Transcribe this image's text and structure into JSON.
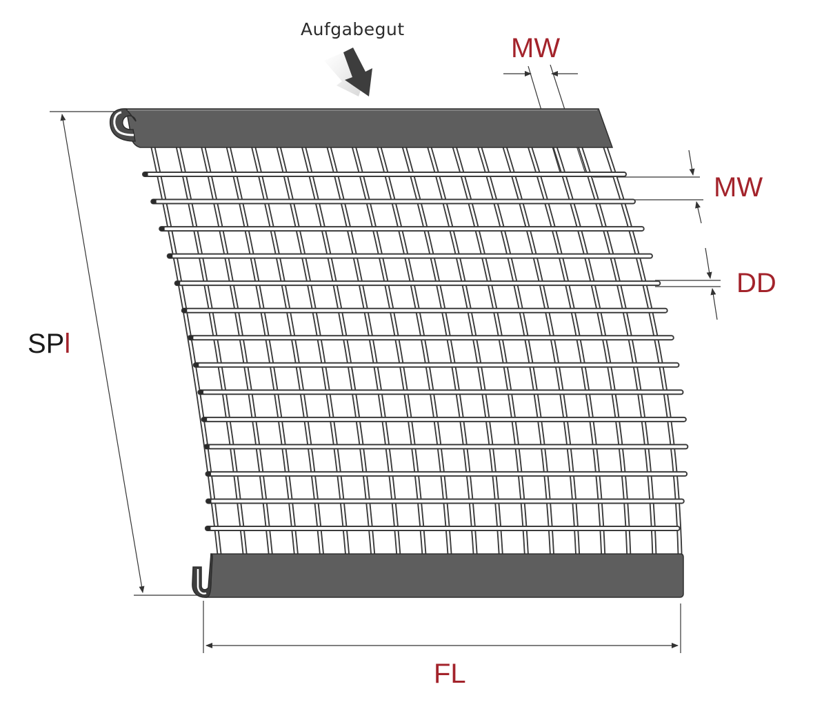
{
  "labels": {
    "feed": "Aufgabegut",
    "mesh_width_top": "MW",
    "mesh_width_side": "MW",
    "wire_diameter": "DD",
    "free_length": "FL",
    "span_length_prefix": "SP",
    "span_length_suffix": "l"
  },
  "colors": {
    "accent_red": "#a3232b",
    "label_dark": "#1a1a1a",
    "hook_fill": "#5d5d5d",
    "wire_stroke": "#3a3a3a",
    "dimension_line": "#333333"
  }
}
